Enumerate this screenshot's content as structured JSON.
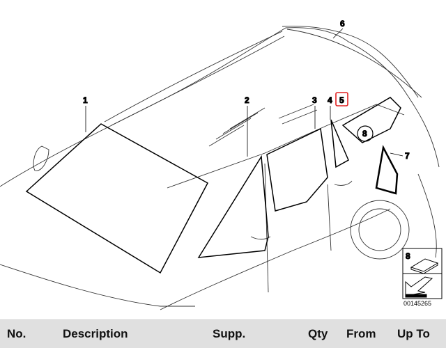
{
  "diagram": {
    "callouts": [
      "1",
      "2",
      "3",
      "4",
      "5",
      "6",
      "7",
      "8"
    ],
    "highlighted_callout": "5",
    "highlight_color": "#e02020",
    "legend_box_number": "8",
    "image_code": "00145265"
  },
  "table_header": {
    "columns": [
      "No.",
      "Description",
      "Supp.",
      "Qty",
      "From",
      "Up To"
    ],
    "background": "#e0e0e0"
  }
}
